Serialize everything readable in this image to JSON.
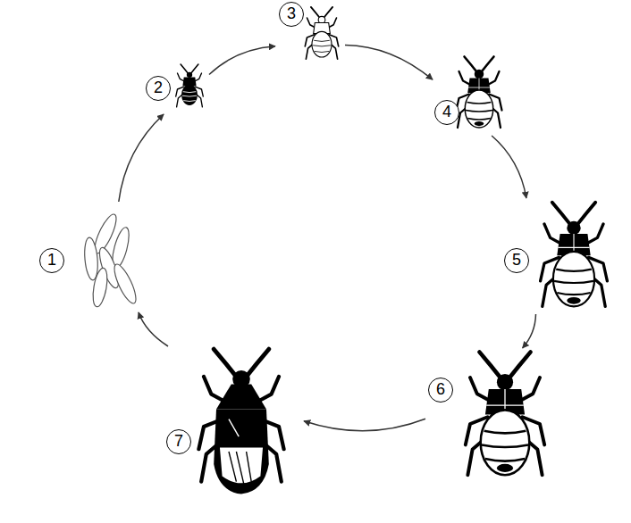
{
  "diagram": {
    "nodes": [
      {
        "text": [
          "1"
        ]
      },
      {
        "text": [
          "2"
        ]
      },
      {
        "text": [
          "3"
        ]
      },
      {
        "text": [
          "4"
        ]
      },
      {
        "text": [
          "5"
        ]
      },
      {
        "text": [
          "6"
        ]
      },
      {
        "text": [
          "7"
        ]
      }
    ],
    "edges": [
      {
        "from": 0,
        "to": 1,
        "arrow": "to"
      },
      {
        "from": 1,
        "to": 2,
        "arrow": "to"
      },
      {
        "from": 2,
        "to": 3,
        "arrow": "to"
      },
      {
        "from": 3,
        "to": 4,
        "arrow": "to"
      },
      {
        "from": 4,
        "to": 5,
        "arrow": "to"
      },
      {
        "from": 5,
        "to": 6,
        "arrow": "to"
      },
      {
        "from": 6,
        "to": 0,
        "arrow": "to"
      }
    ]
  }
}
